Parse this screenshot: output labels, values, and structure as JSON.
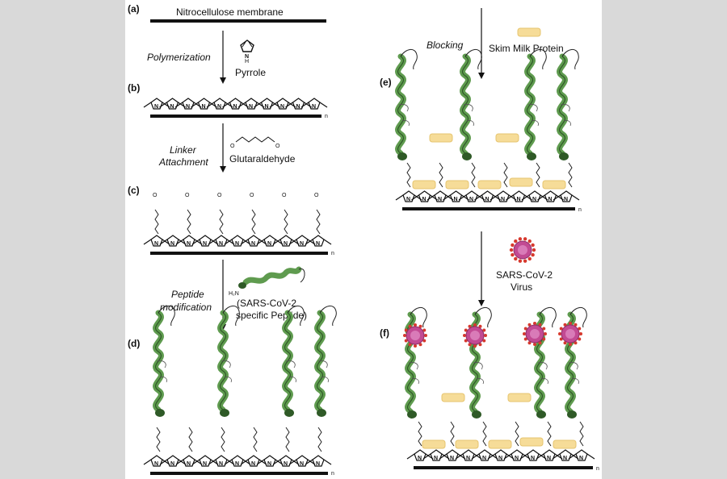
{
  "panels": {
    "a": "(a)",
    "b": "(b)",
    "c": "(c)",
    "d": "(d)",
    "e": "(e)",
    "f": "(f)"
  },
  "membrane": {
    "title": "Nitrocellulose membrane"
  },
  "steps": {
    "polymerization": {
      "label": "Polymerization",
      "reagent": "Pyrrole"
    },
    "linker": {
      "label_line1": "Linker",
      "label_line2": "Attachment",
      "reagent": "Glutaraldehyde"
    },
    "peptide": {
      "label_line1": "Peptide",
      "label_line2": "modification",
      "reagent_line1": "(SARS-CoV-2",
      "reagent_line2": "specific Peptide)",
      "amine": "H₂N"
    },
    "blocking": {
      "label": "Blocking",
      "reagent": "Skim Milk Protein"
    },
    "virus": {
      "reagent_line1": "SARS-CoV-2",
      "reagent_line2": "Virus"
    }
  },
  "chem_labels": {
    "nitrogen": "N",
    "nh": "H",
    "oxygen": "O",
    "subscript_n": "n"
  },
  "colors": {
    "helix": "#5f9b4f",
    "helix_dark": "#2f5a27",
    "milk": "#f6dc98",
    "milk_edge": "#e6c46f",
    "virus": "#c24a93",
    "virus_spike": "#d7392e"
  }
}
